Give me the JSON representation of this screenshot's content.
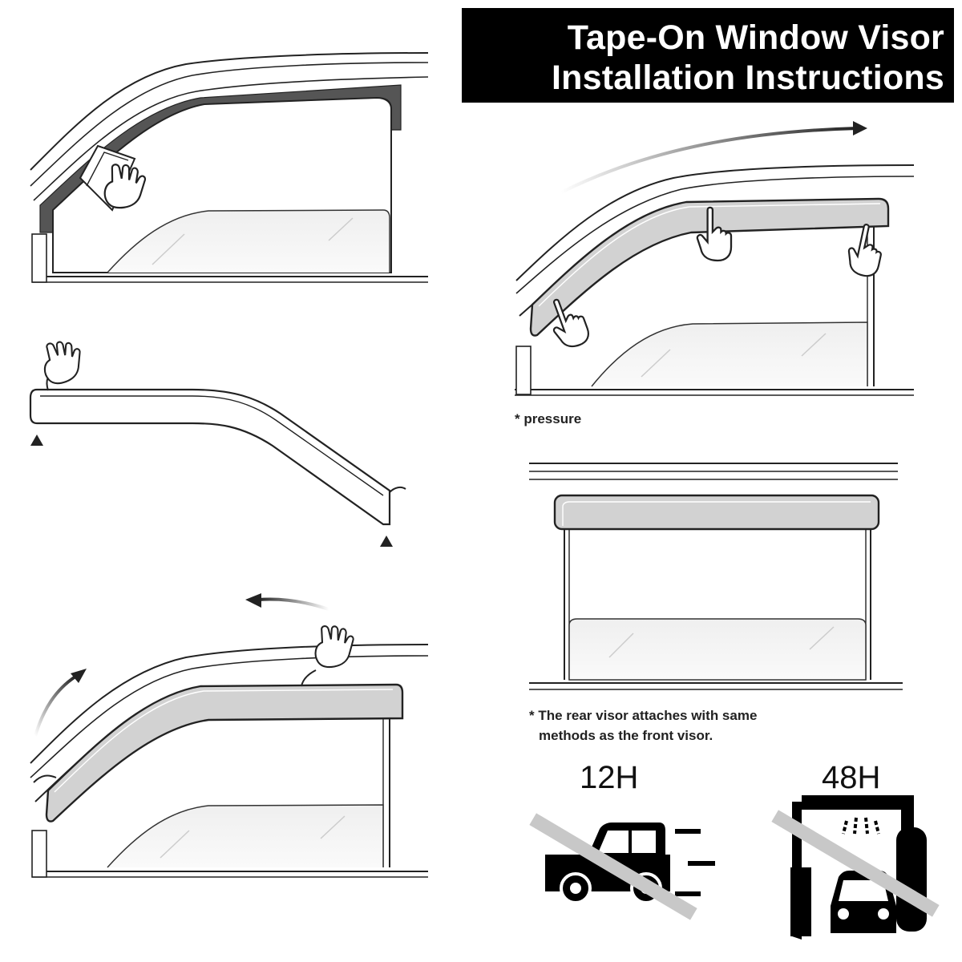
{
  "title": {
    "line1": "Tape-On Window Visor",
    "line2": "Installation Instructions"
  },
  "notes": {
    "pressure": "* pressure",
    "rear_line1": "* The rear visor attaches with same",
    "rear_line2": "methods as the front visor."
  },
  "wait_times": {
    "no_driving": "12H",
    "no_car_wash": "48H"
  },
  "icons": {
    "step1": "cleaning-cloth-icon",
    "step2": "peel-tape-icon",
    "step3": "pull-tape-icon",
    "step4": "press-finger-icon",
    "no_driving": "no-driving-icon",
    "no_car_wash": "no-car-wash-icon"
  },
  "colors": {
    "title_bg": "#000000",
    "visor_fill": "#d2d2d2",
    "trim_dark": "#555555",
    "prohibit_bar": "#c8c8c8"
  }
}
